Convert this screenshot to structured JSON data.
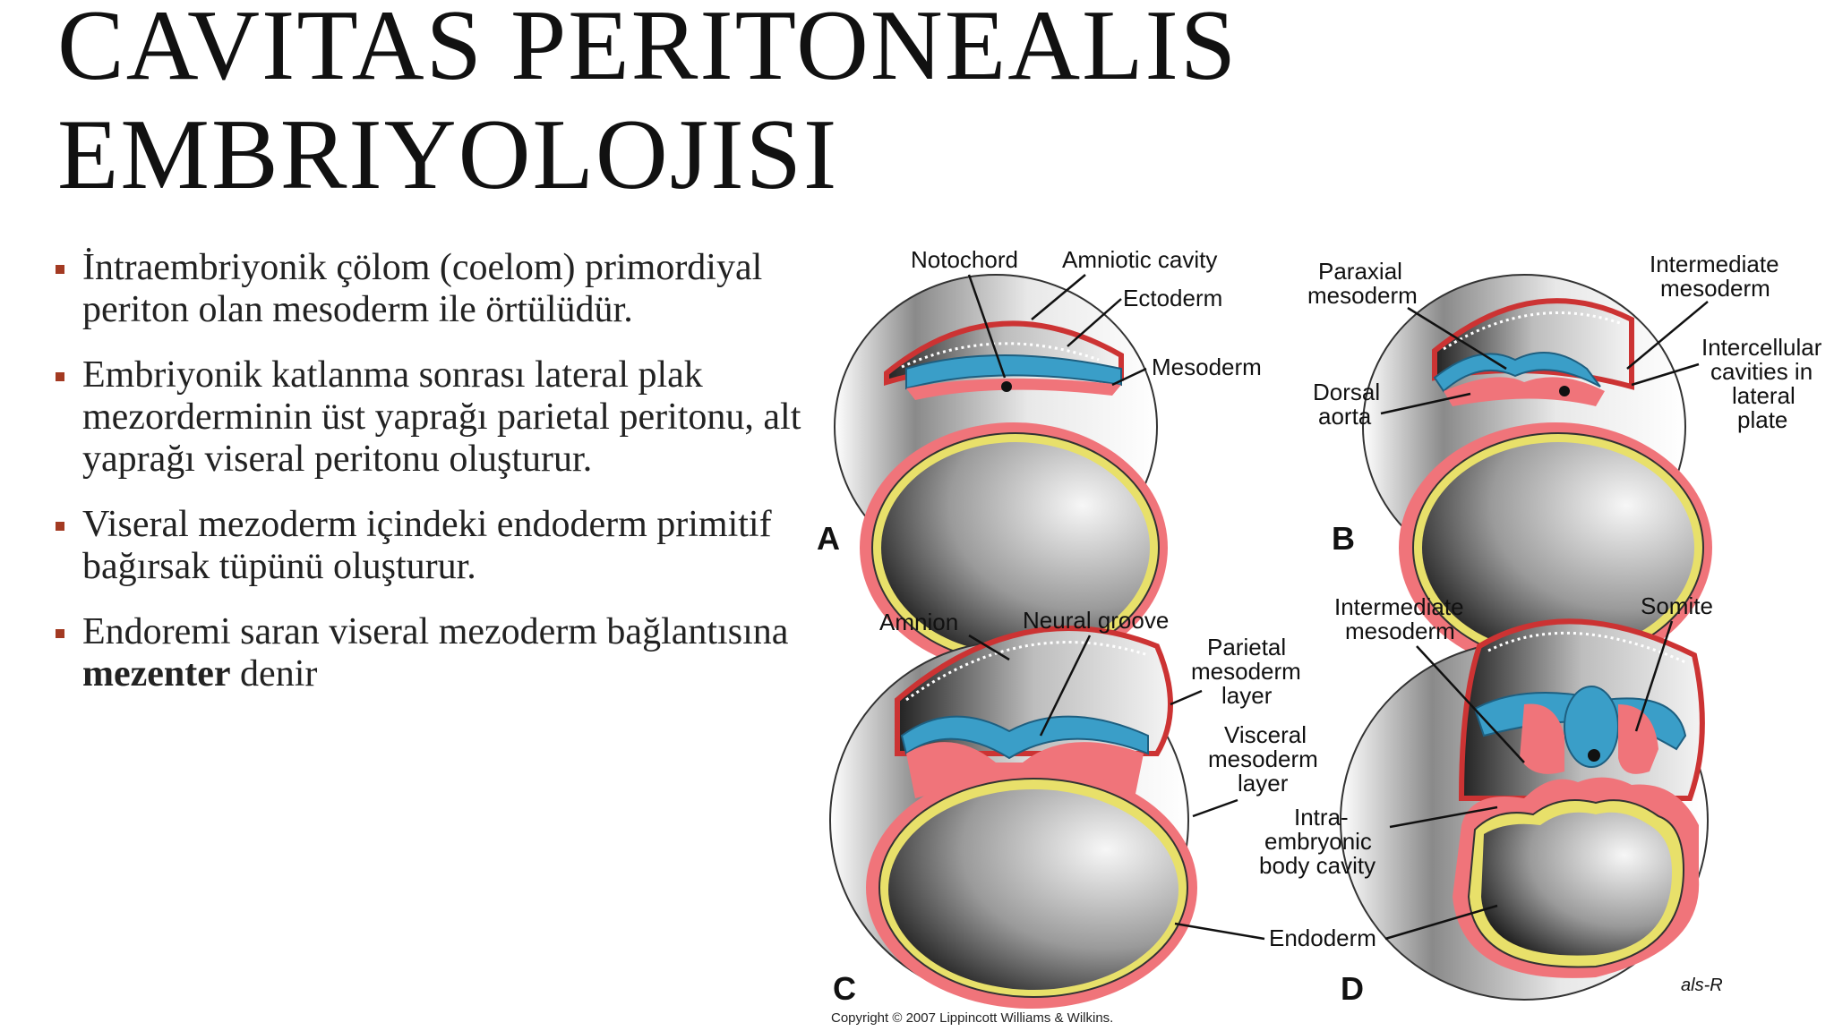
{
  "title": {
    "line1": "CAVITAS PERITONEALIS",
    "line2": "EMBRIYOLOJISI"
  },
  "bullets": [
    {
      "text": "İntraembriyonik çölom (coelom) primordiyal periton olan mesoderm ile örtülüdür."
    },
    {
      "text": "Embriyonik katlanma sonrası lateral plak mezorderminin üst yaprağı parietal peritonu, alt yaprağı viseral peritonu oluşturur."
    },
    {
      "text": "Viseral mezoderm içindeki endoderm primitif bağırsak tüpünü oluşturur."
    },
    {
      "before": "Endoremi saran viseral mezoderm bağlantısına ",
      "bold": "mezenter",
      "after": " denir"
    }
  ],
  "figure": {
    "panel_a": {
      "letter": "A",
      "notochord": "Notochord",
      "amniotic_cavity": "Amniotic cavity",
      "ectoderm": "Ectoderm",
      "mesoderm": "Mesoderm"
    },
    "panel_b": {
      "letter": "B",
      "paraxial_1": "Paraxial",
      "paraxial_2": "mesoderm",
      "intermediate_1": "Intermediate",
      "intermediate_2": "mesoderm",
      "dorsal_1": "Dorsal",
      "dorsal_2": "aorta",
      "intercellular_1": "Intercellular",
      "intercellular_2": "cavities in",
      "intercellular_3": "lateral",
      "intercellular_4": "plate"
    },
    "panel_c": {
      "letter": "C",
      "amnion": "Amnion",
      "neural_groove": "Neural groove",
      "parietal_1": "Parietal",
      "parietal_2": "mesoderm",
      "parietal_3": "layer",
      "visceral_1": "Visceral",
      "visceral_2": "mesoderm",
      "visceral_3": "layer"
    },
    "panel_d": {
      "letter": "D",
      "intermediate_1": "Intermediate",
      "intermediate_2": "mesoderm",
      "somite": "Somite",
      "intra_1": "Intra-",
      "intra_2": "embryonic",
      "intra_3": "body cavity",
      "endoderm": "Endoderm",
      "signature": "als-R"
    },
    "copyright": "Copyright © 2007 Lippincott Williams & Wilkins.",
    "colors": {
      "mesoderm": "#f0747a",
      "ectoderm": "#3a9ec8",
      "endoderm": "#e8e06a",
      "cavity_dark": "#1a1a1a",
      "cavity_light": "#f2f2f2"
    }
  }
}
